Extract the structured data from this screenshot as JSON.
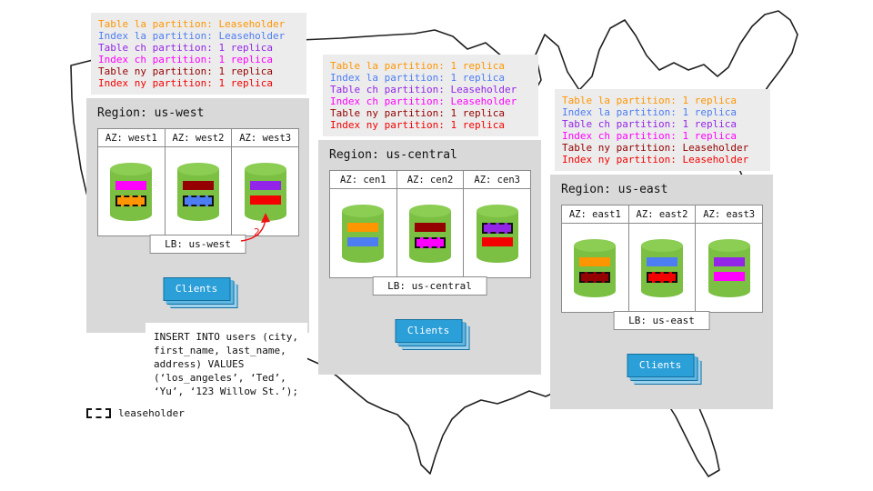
{
  "map": {
    "description": "United States outline"
  },
  "annotation_color": "#ee1111",
  "palette": {
    "cylinder_green": "#7bc043",
    "clients_blue": "#2b9fd8",
    "panel_gray": "#d9d9d9",
    "legend_gray": "#ececec"
  },
  "regions": [
    {
      "name": "us-west",
      "title": "Region: us-west",
      "legend": [
        {
          "text": "Table la partition: Leaseholder",
          "color": "#ff9500"
        },
        {
          "text": "Index la partition: Leaseholder",
          "color": "#4d7df2"
        },
        {
          "text": "Table ch partition: 1 replica",
          "color": "#9325e8"
        },
        {
          "text": "Index ch partition: 1 replica",
          "color": "#ff00ff"
        },
        {
          "text": "Table ny partition: 1 replica",
          "color": "#950000"
        },
        {
          "text": "Index ny partition: 1 replica",
          "color": "#f50000"
        }
      ],
      "azs": [
        {
          "label": "AZ: west1",
          "bars": [
            {
              "color": "#ff00ff",
              "leaseholder": false
            },
            {
              "color": "#ff9500",
              "leaseholder": true
            }
          ]
        },
        {
          "label": "AZ: west2",
          "bars": [
            {
              "color": "#950000",
              "leaseholder": false
            },
            {
              "color": "#4d7df2",
              "leaseholder": true
            }
          ]
        },
        {
          "label": "AZ: west3",
          "bars": [
            {
              "color": "#9325e8",
              "leaseholder": false
            },
            {
              "color": "#f50000",
              "leaseholder": false
            }
          ]
        }
      ],
      "lb_label": "LB: us-west",
      "clients_label": "Clients",
      "annotation": "2"
    },
    {
      "name": "us-central",
      "title": "Region: us-central",
      "legend": [
        {
          "text": "Table la partition: 1 replica",
          "color": "#ff9500"
        },
        {
          "text": "Index la partition: 1 replica",
          "color": "#4d7df2"
        },
        {
          "text": "Table ch partition: Leaseholder",
          "color": "#9325e8"
        },
        {
          "text": "Index ch partition: Leaseholder",
          "color": "#ff00ff"
        },
        {
          "text": "Table ny partition: 1 replica",
          "color": "#950000"
        },
        {
          "text": "Index ny partition: 1 replica",
          "color": "#f50000"
        }
      ],
      "azs": [
        {
          "label": "AZ: cen1",
          "bars": [
            {
              "color": "#ff9500",
              "leaseholder": false
            },
            {
              "color": "#4d7df2",
              "leaseholder": false
            }
          ]
        },
        {
          "label": "AZ: cen2",
          "bars": [
            {
              "color": "#950000",
              "leaseholder": false
            },
            {
              "color": "#ff00ff",
              "leaseholder": true
            }
          ]
        },
        {
          "label": "AZ: cen3",
          "bars": [
            {
              "color": "#9325e8",
              "leaseholder": true
            },
            {
              "color": "#f50000",
              "leaseholder": false
            }
          ]
        }
      ],
      "lb_label": "LB: us-central",
      "clients_label": "Clients",
      "annotation": ""
    },
    {
      "name": "us-east",
      "title": "Region: us-east",
      "legend": [
        {
          "text": "Table la partition: 1 replica",
          "color": "#ff9500"
        },
        {
          "text": "Index la partition: 1 replica",
          "color": "#4d7df2"
        },
        {
          "text": "Table ch partition: 1 replica",
          "color": "#9325e8"
        },
        {
          "text": "Index ch partition: 1 replica",
          "color": "#ff00ff"
        },
        {
          "text": "Table ny partition: Leaseholder",
          "color": "#950000"
        },
        {
          "text": "Index ny partition: Leaseholder",
          "color": "#f50000"
        }
      ],
      "azs": [
        {
          "label": "AZ: east1",
          "bars": [
            {
              "color": "#ff9500",
              "leaseholder": false
            },
            {
              "color": "#950000",
              "leaseholder": true
            }
          ]
        },
        {
          "label": "AZ: east2",
          "bars": [
            {
              "color": "#4d7df2",
              "leaseholder": false
            },
            {
              "color": "#f50000",
              "leaseholder": true
            }
          ]
        },
        {
          "label": "AZ: east3",
          "bars": [
            {
              "color": "#9325e8",
              "leaseholder": false
            },
            {
              "color": "#ff00ff",
              "leaseholder": false
            }
          ]
        }
      ],
      "lb_label": "LB: us-east",
      "clients_label": "Clients",
      "annotation": ""
    }
  ],
  "sql": {
    "lines": [
      "INSERT INTO users (city,",
      "first_name, last_name,",
      "address) VALUES",
      "(‘los_angeles’, ‘Ted’,",
      "‘Yu’, ‘123 Willow St.’);"
    ]
  },
  "key": {
    "leaseholder_label": "leaseholder"
  }
}
